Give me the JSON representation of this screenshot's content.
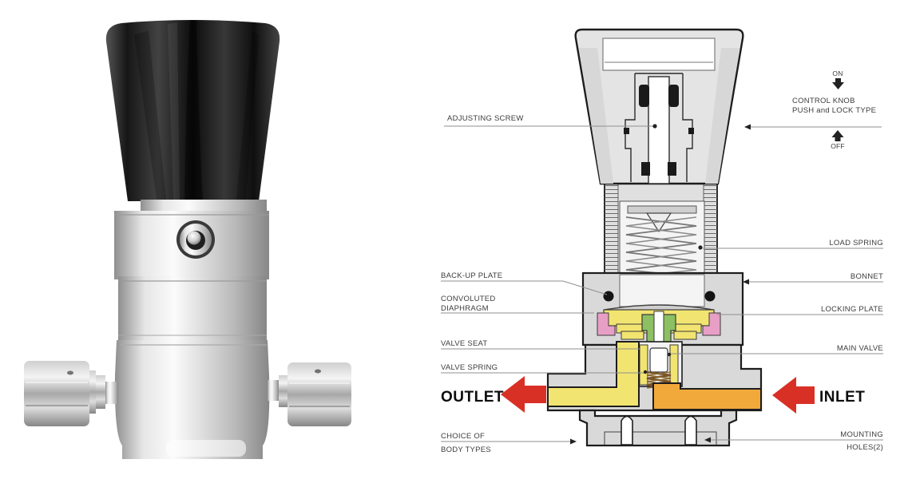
{
  "diagram": {
    "labels": {
      "adjusting_screw": "ADJUSTING SCREW",
      "on": "ON",
      "control_knob_line1": "CONTROL KNOB",
      "control_knob_line2": "PUSH and LOCK TYPE",
      "off": "OFF",
      "load_spring": "LOAD SPRING",
      "bonnet": "BONNET",
      "locking_plate": "LOCKING PLATE",
      "main_valve": "MAIN VALVE",
      "back_up_plate": "BACK-UP PLATE",
      "convoluted_diaphragm_line1": "CONVOLUTED",
      "convoluted_diaphragm_line2": "DIAPHRAGM",
      "valve_seat": "VALVE SEAT",
      "valve_spring": "VALVE SPRING",
      "outlet": "OUTLET",
      "inlet": "INLET",
      "choice_of_body_types_line1": "CHOICE OF",
      "choice_of_body_types_line2": "BODY TYPES",
      "mounting_holes_line1": "MOUNTING",
      "mounting_holes_line2": "HOLES(2)"
    },
    "colors": {
      "red_arrow": "#d93025",
      "passage_yellow": "#f2e470",
      "passage_orange": "#f2a93b",
      "diaphragm_pink": "#e79fc6",
      "valve_seat_green": "#8cc063",
      "valve_spring_brown": "#7a5428",
      "body_gray": "#d9d9d9",
      "outline": "#1d1d1d",
      "leader_gray": "#8f8f8f",
      "label_text": "#3c3c3c"
    }
  }
}
